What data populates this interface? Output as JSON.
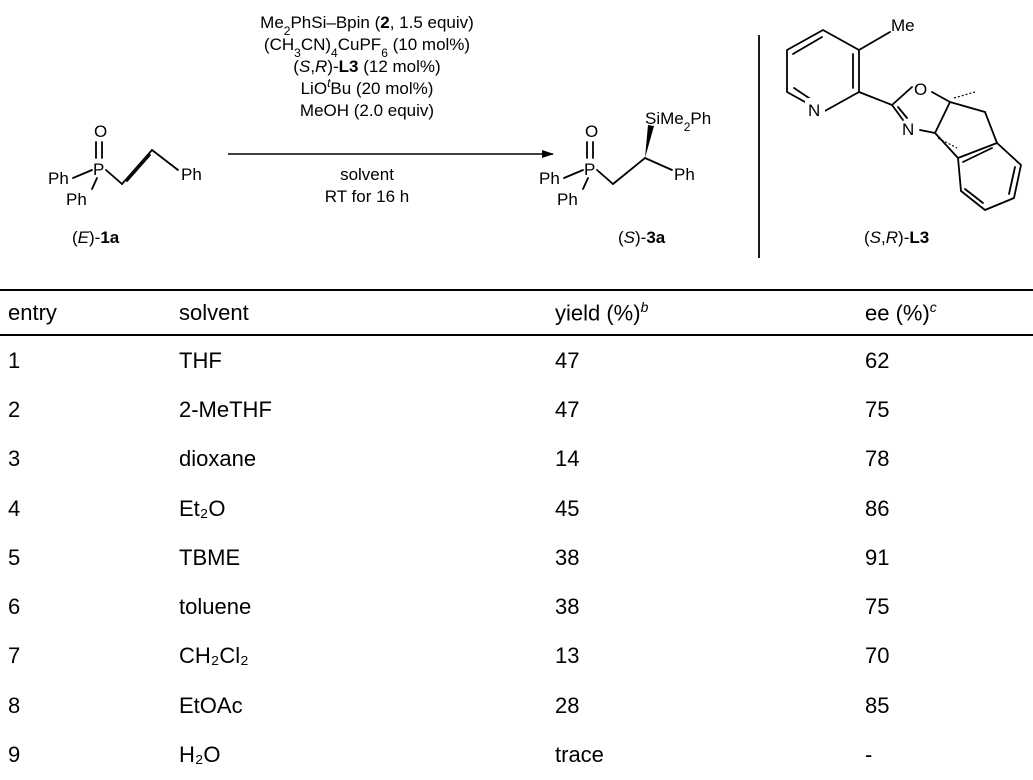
{
  "scheme": {
    "conditions": [
      "Me₂PhSi–Bpin (2, 1.5 equiv)",
      "(CH₃CN)₄CuPF₆ (10 mol%)",
      "(S,R)-L3 (12 mol%)",
      "LiOᵗBu (20 mol%)",
      "MeOH (2.0 equiv)",
      "solvent",
      "RT for 16 h"
    ],
    "substrate_label": "(E)-1a",
    "product_label": "(S)-3a",
    "ligand_label": "(S,R)-L3",
    "atoms": {
      "O": "O",
      "P": "P",
      "Ph": "Ph",
      "SiMe2Ph": "SiMe₂Ph",
      "Me": "Me",
      "N": "N"
    }
  },
  "table": {
    "headers": [
      "entry",
      "solvent",
      "yield (%)",
      "ee (%)"
    ],
    "header_notes": {
      "yield": "b",
      "ee": "c"
    },
    "rows": [
      {
        "entry": "1",
        "solvent": "THF",
        "yield": "47",
        "ee": "62"
      },
      {
        "entry": "2",
        "solvent": "2-MeTHF",
        "yield": "47",
        "ee": "75"
      },
      {
        "entry": "3",
        "solvent": "dioxane",
        "yield": "14",
        "ee": "78"
      },
      {
        "entry": "4",
        "solvent": "Et₂O",
        "yield": "45",
        "ee": "86"
      },
      {
        "entry": "5",
        "solvent": "TBME",
        "yield": "38",
        "ee": "91"
      },
      {
        "entry": "6",
        "solvent": "toluene",
        "yield": "38",
        "ee": "75"
      },
      {
        "entry": "7",
        "solvent": "CH₂Cl₂",
        "yield": "13",
        "ee": "70"
      },
      {
        "entry": "8",
        "solvent": "EtOAc",
        "yield": "28",
        "ee": "85"
      },
      {
        "entry": "9",
        "solvent": "H₂O",
        "yield": "trace",
        "ee": "-"
      }
    ]
  }
}
